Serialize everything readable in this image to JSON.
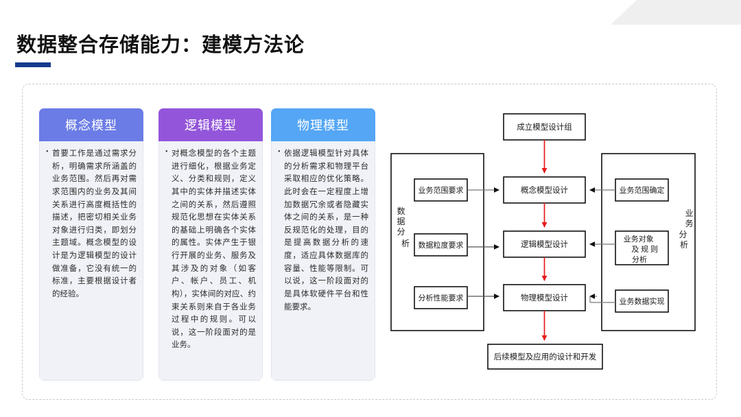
{
  "slide": {
    "title": "数据整合存储能力：建模方法论"
  },
  "cards": [
    {
      "id": "conceptual-model",
      "title": "概念模型",
      "color": "#6b7ce6",
      "body": "首要工作是通过需求分析，明确需求所涵盖的业务范围。然后再对需求范围内的业务及其间关系进行高度概括性的描述，把密切相关业务对象进行归类，即划分主题域。概念模型的设计是为逻辑模型的设计做准备，它没有统一的标准，主要根据设计者的经验。"
    },
    {
      "id": "logical-model",
      "title": "逻辑模型",
      "color": "#9356da",
      "body": "对概念模型的各个主题进行细化，根据业务定义、分类和规则，定义其中的实体并描述实体之间的关系，然后遵照规范化思想在实体关系的基础上明确各个实体的属性。实体产生于银行开展的业务、服务及其涉及的对象（如客户、帐户、员工、机构），实体间的对应、约束关系则来自于各业务过程中的规则。可以说，这一阶段面对的是业务。"
    },
    {
      "id": "physical-model",
      "title": "物理模型",
      "color": "#55a6f4",
      "body": "依据逻辑模型针对具体的分析需求和物理平台采取相应的优化策略。此时会在一定程度上增加数据冗余或者隐藏实体之间的关系，是一种反规范化的处理，目的是提高数据分析的速度，适应具体数据库的容量、性能等限制。可以说，这一阶段面对的是具体软硬件平台和性能要求。"
    }
  ],
  "flowchart": {
    "type": "flowchart",
    "accent_color": "#e8191b",
    "start_box": "成立模型设计组",
    "end_box": "后续模型及应用的设计和开发",
    "center_boxes": [
      "概念模型设计",
      "逻辑模型设计",
      "物理模型设计"
    ],
    "left_group": {
      "label": "数据分析",
      "label_chars": [
        "数",
        "据",
        "分",
        "析"
      ],
      "boxes": [
        "业务范围要求",
        "数据粒度要求",
        "分析性能要求"
      ]
    },
    "right_group": {
      "label": "业务分析",
      "label_chars": [
        "业",
        "务",
        "分",
        "析"
      ],
      "boxes": [
        "业务范围确定",
        "业务对象\n及规则\n分析",
        "业务数据实现"
      ],
      "box2_lines": [
        "业务对象",
        "及 规 则",
        "分析"
      ]
    }
  }
}
